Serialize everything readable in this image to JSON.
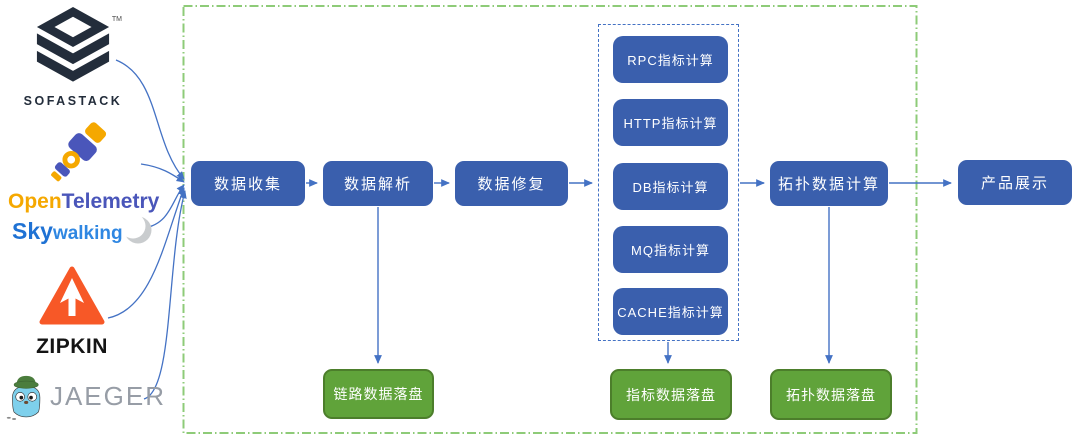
{
  "sources": {
    "sofastack": {
      "label": "SOFASTACK",
      "tm": "TM"
    },
    "opentelemetry": {
      "open": "Open",
      "telemetry": "Telemetry"
    },
    "skywalking": {
      "sky": "Sky",
      "walking": "walking"
    },
    "zipkin": {
      "label": "ZIPKIN"
    },
    "jaeger": {
      "label": "JAEGER"
    }
  },
  "pipeline": {
    "collect": "数据收集",
    "parse": "数据解析",
    "repair": "数据修复",
    "topology": "拓扑数据计算",
    "display": "产品展示"
  },
  "metrics": {
    "items": [
      "RPC指标计算",
      "HTTP指标计算",
      "DB指标计算",
      "MQ指标计算",
      "CACHE指标计算"
    ]
  },
  "sinks": {
    "trace": "链路数据落盘",
    "metric": "指标数据落盘",
    "topology": "拓扑数据落盘"
  },
  "colors": {
    "box_blue": "#3a5fad",
    "box_green": "#60a33a",
    "box_green_border": "#4c7e2b",
    "arrow_blue": "#4472c4",
    "dashed_blue": "#4472c4",
    "dashed_green": "#8ecb78",
    "sofastack_navy": "#232d3b",
    "otel_orange": "#f5a800",
    "otel_blue": "#4a56ba",
    "skywalking_blue": "#1f72d4",
    "zipkin_orange": "#f75827",
    "jaeger_text_gray": "#979da6",
    "jaeger_body_blue": "#7ed0ec",
    "jaeger_hat_green": "#4b7d3d"
  }
}
